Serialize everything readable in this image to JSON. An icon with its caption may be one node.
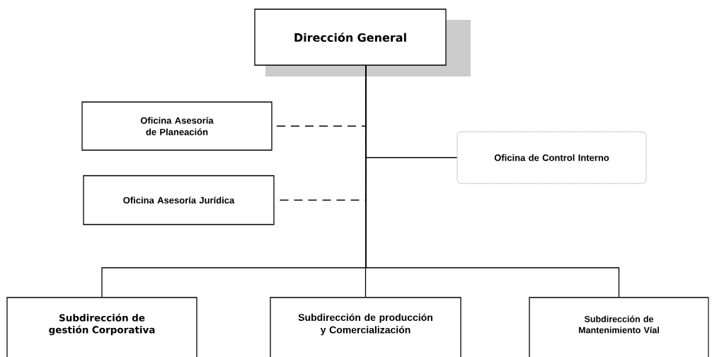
{
  "diagram": {
    "nodes": [
      {
        "text": [
          "Dirección General"
        ]
      },
      {
        "text": [
          "Oficina Asesoría de Planeación"
        ]
      },
      {
        "text": [
          "Oficina de Control Interno"
        ]
      },
      {
        "text": [
          "Oficina Asesoría Jurídica"
        ]
      },
      {
        "text": [
          "Subdirección de gestión Corporativa"
        ]
      },
      {
        "text": [
          "Subdirección de producción y Comercialización"
        ]
      },
      {
        "text": [
          "Subdirección de Mantenimiento Víal"
        ]
      }
    ],
    "edges": [
      {
        "from": 0,
        "to": 1,
        "arrow": "none",
        "style": "dashed"
      },
      {
        "from": 0,
        "to": 2,
        "arrow": "none"
      },
      {
        "from": 0,
        "to": 3,
        "arrow": "none",
        "style": "dashed"
      },
      {
        "from": 0,
        "to": 4,
        "arrow": "none"
      },
      {
        "from": 0,
        "to": 5,
        "arrow": "none"
      },
      {
        "from": 0,
        "to": 6,
        "arrow": "none"
      }
    ]
  }
}
